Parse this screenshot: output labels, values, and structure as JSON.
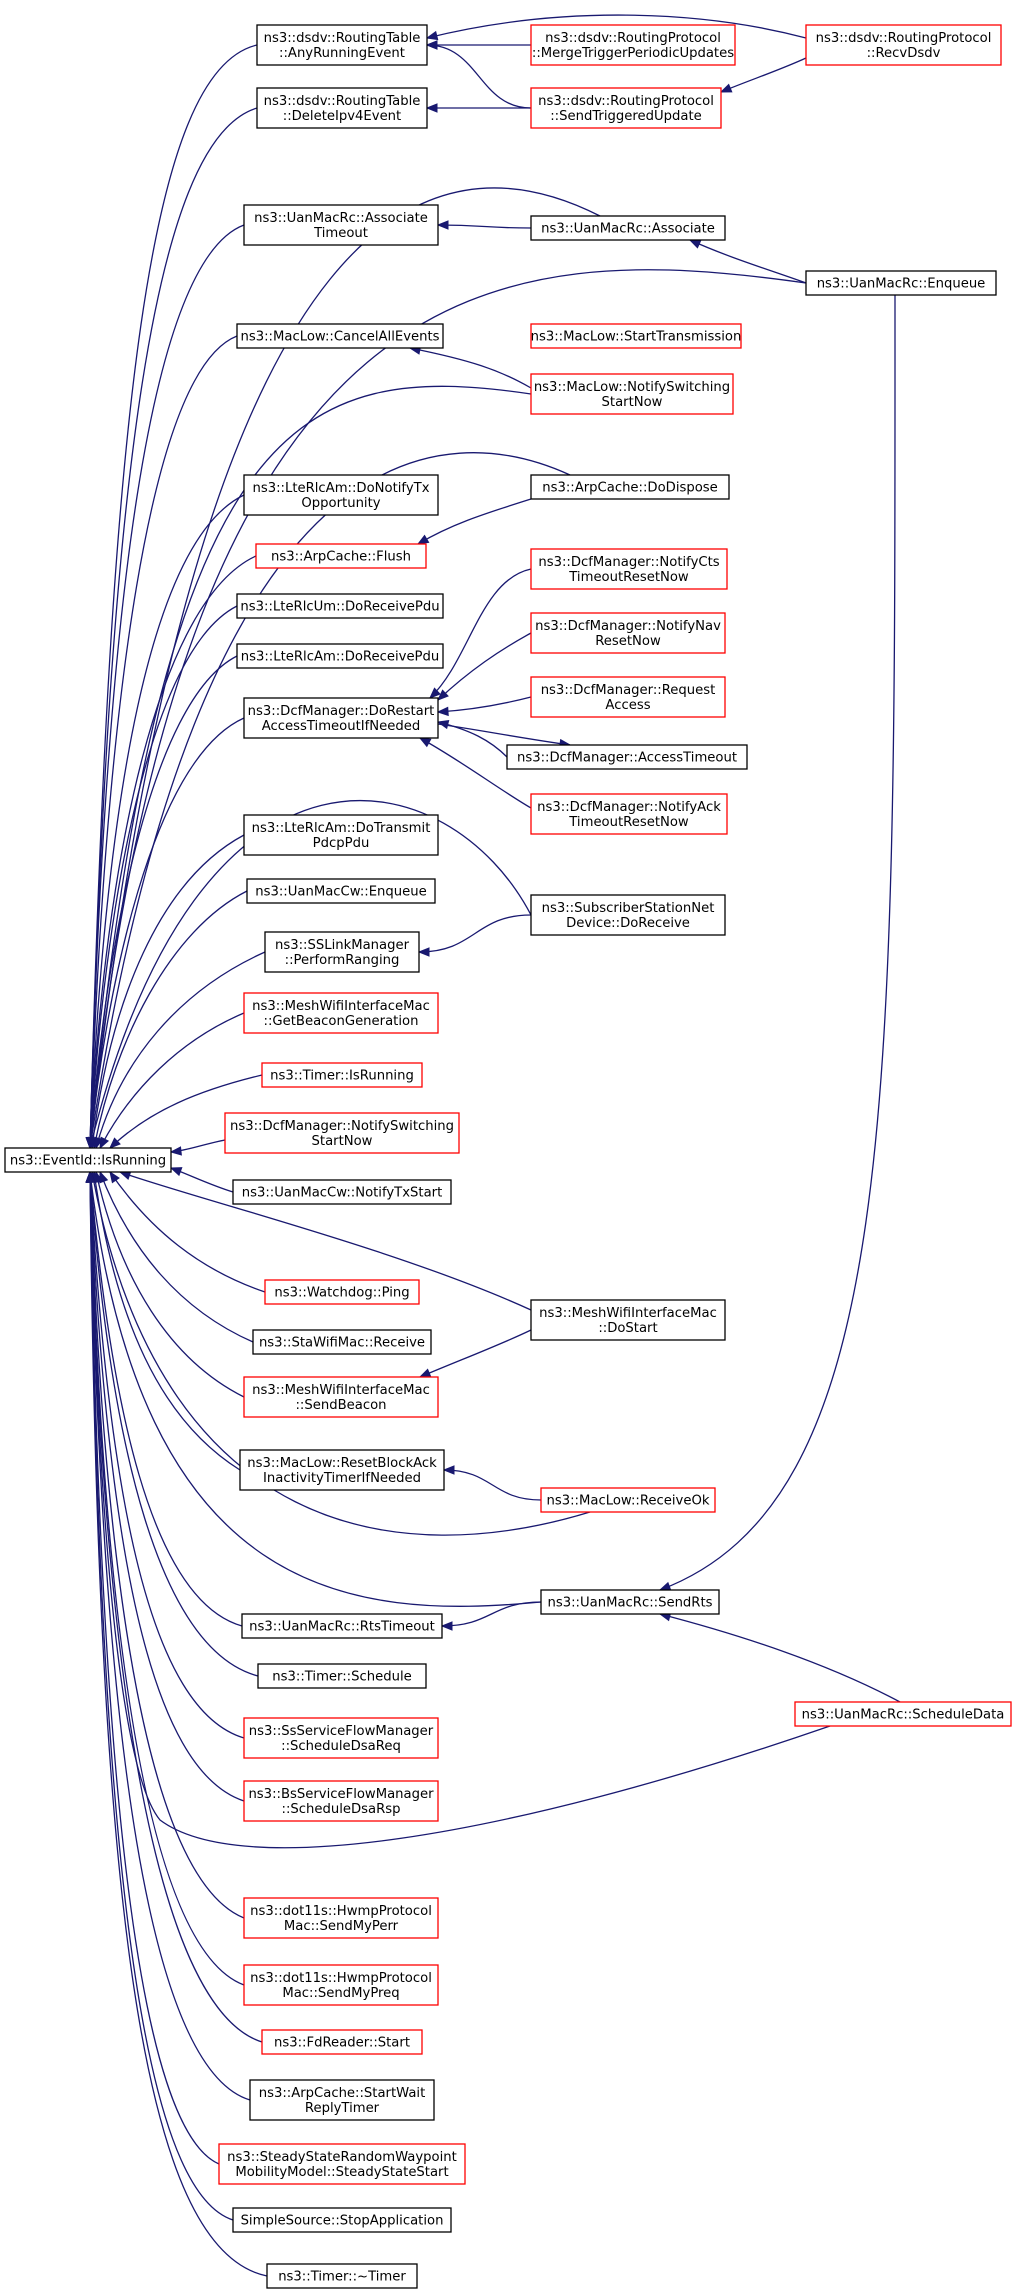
{
  "colors": {
    "edge": "#191970",
    "documented_border": "#000000",
    "truncated_border": "#ff0000",
    "focus_fill": "#bfbfbf",
    "text": "#000000"
  },
  "nodes": [
    {
      "id": "isrunning",
      "lines": [
        "ns3::EventId::IsRunning"
      ],
      "style": "focus"
    },
    {
      "id": "rt_anyrunning",
      "lines": [
        "ns3::dsdv::RoutingTable",
        "::AnyRunningEvent"
      ],
      "style": "black"
    },
    {
      "id": "rt_deleteipv4",
      "lines": [
        "ns3::dsdv::RoutingTable",
        "::DeleteIpv4Event"
      ],
      "style": "black"
    },
    {
      "id": "rp_merge",
      "lines": [
        "ns3::dsdv::RoutingProtocol",
        "::MergeTriggerPeriodicUpdates"
      ],
      "style": "red"
    },
    {
      "id": "rp_sendtriggered",
      "lines": [
        "ns3::dsdv::RoutingProtocol",
        "::SendTriggeredUpdate"
      ],
      "style": "red"
    },
    {
      "id": "rp_recvdsdv",
      "lines": [
        "ns3::dsdv::RoutingProtocol",
        "::RecvDsdv"
      ],
      "style": "red"
    },
    {
      "id": "uan_assoctimeout",
      "lines": [
        "ns3::UanMacRc::Associate",
        "Timeout"
      ],
      "style": "black"
    },
    {
      "id": "uan_associate",
      "lines": [
        "ns3::UanMacRc::Associate"
      ],
      "style": "black"
    },
    {
      "id": "uan_enqueue",
      "lines": [
        "ns3::UanMacRc::Enqueue"
      ],
      "style": "black"
    },
    {
      "id": "maclow_cancel",
      "lines": [
        "ns3::MacLow::CancelAllEvents"
      ],
      "style": "black"
    },
    {
      "id": "maclow_starttx",
      "lines": [
        "ns3::MacLow::StartTransmission"
      ],
      "style": "red"
    },
    {
      "id": "maclow_notifysw",
      "lines": [
        "ns3::MacLow::NotifySwitching",
        "StartNow"
      ],
      "style": "red"
    },
    {
      "id": "ltam_donotify",
      "lines": [
        "ns3::LteRlcAm::DoNotifyTx",
        "Opportunity"
      ],
      "style": "black"
    },
    {
      "id": "arp_dispose",
      "lines": [
        "ns3::ArpCache::DoDispose"
      ],
      "style": "black"
    },
    {
      "id": "arp_flush",
      "lines": [
        "ns3::ArpCache::Flush"
      ],
      "style": "red"
    },
    {
      "id": "ltum_receive",
      "lines": [
        "ns3::LteRlcUm::DoReceivePdu"
      ],
      "style": "black"
    },
    {
      "id": "ltam_receive",
      "lines": [
        "ns3::LteRlcAm::DoReceivePdu"
      ],
      "style": "black"
    },
    {
      "id": "dcf_notifycts",
      "lines": [
        "ns3::DcfManager::NotifyCts",
        "TimeoutResetNow"
      ],
      "style": "red"
    },
    {
      "id": "dcf_notifynav",
      "lines": [
        "ns3::DcfManager::NotifyNav",
        "ResetNow"
      ],
      "style": "red"
    },
    {
      "id": "dcf_request",
      "lines": [
        "ns3::DcfManager::Request",
        "Access"
      ],
      "style": "red"
    },
    {
      "id": "dcf_dorestart",
      "lines": [
        "ns3::DcfManager::DoRestart",
        "AccessTimeoutIfNeeded"
      ],
      "style": "black"
    },
    {
      "id": "dcf_accesstimeout",
      "lines": [
        "ns3::DcfManager::AccessTimeout"
      ],
      "style": "black"
    },
    {
      "id": "dcf_notifyack",
      "lines": [
        "ns3::DcfManager::NotifyAck",
        "TimeoutResetNow"
      ],
      "style": "red"
    },
    {
      "id": "ltam_dotransmit",
      "lines": [
        "ns3::LteRlcAm::DoTransmit",
        "PdcpPdu"
      ],
      "style": "black"
    },
    {
      "id": "uancw_enqueue",
      "lines": [
        "ns3::UanMacCw::Enqueue"
      ],
      "style": "black"
    },
    {
      "id": "sslink_ranging",
      "lines": [
        "ns3::SSLinkManager",
        "::PerformRanging"
      ],
      "style": "black"
    },
    {
      "id": "ssnet_receive",
      "lines": [
        "ns3::SubscriberStationNet",
        "Device::DoReceive"
      ],
      "style": "black"
    },
    {
      "id": "mesh_getbeacon",
      "lines": [
        "ns3::MeshWifiInterfaceMac",
        "::GetBeaconGeneration"
      ],
      "style": "red"
    },
    {
      "id": "timer_isrunning",
      "lines": [
        "ns3::Timer::IsRunning"
      ],
      "style": "red"
    },
    {
      "id": "dcf_notifysw",
      "lines": [
        "ns3::DcfManager::NotifySwitching",
        "StartNow"
      ],
      "style": "red"
    },
    {
      "id": "uancw_notifytx",
      "lines": [
        "ns3::UanMacCw::NotifyTxStart"
      ],
      "style": "black"
    },
    {
      "id": "watchdog_ping",
      "lines": [
        "ns3::Watchdog::Ping"
      ],
      "style": "red"
    },
    {
      "id": "sta_receive",
      "lines": [
        "ns3::StaWifiMac::Receive"
      ],
      "style": "black"
    },
    {
      "id": "mesh_dostart",
      "lines": [
        "ns3::MeshWifiInterfaceMac",
        "::DoStart"
      ],
      "style": "black"
    },
    {
      "id": "mesh_sendbeacon",
      "lines": [
        "ns3::MeshWifiInterfaceMac",
        "::SendBeacon"
      ],
      "style": "red"
    },
    {
      "id": "maclow_resetblock",
      "lines": [
        "ns3::MacLow::ResetBlockAck",
        "InactivityTimerIfNeeded"
      ],
      "style": "black"
    },
    {
      "id": "maclow_receiveok",
      "lines": [
        "ns3::MacLow::ReceiveOk"
      ],
      "style": "red"
    },
    {
      "id": "uan_sendrts",
      "lines": [
        "ns3::UanMacRc::SendRts"
      ],
      "style": "black"
    },
    {
      "id": "uan_rtstimeout",
      "lines": [
        "ns3::UanMacRc::RtsTimeout"
      ],
      "style": "black"
    },
    {
      "id": "timer_schedule",
      "lines": [
        "ns3::Timer::Schedule"
      ],
      "style": "black"
    },
    {
      "id": "uan_scheduledata",
      "lines": [
        "ns3::UanMacRc::ScheduleData"
      ],
      "style": "red"
    },
    {
      "id": "ss_dsareq",
      "lines": [
        "ns3::SsServiceFlowManager",
        "::ScheduleDsaReq"
      ],
      "style": "red"
    },
    {
      "id": "bs_dsarsp",
      "lines": [
        "ns3::BsServiceFlowManager",
        "::ScheduleDsaRsp"
      ],
      "style": "red"
    },
    {
      "id": "hwmp_perr",
      "lines": [
        "ns3::dot11s::HwmpProtocol",
        "Mac::SendMyPerr"
      ],
      "style": "red"
    },
    {
      "id": "hwmp_preq",
      "lines": [
        "ns3::dot11s::HwmpProtocol",
        "Mac::SendMyPreq"
      ],
      "style": "red"
    },
    {
      "id": "fd_start",
      "lines": [
        "ns3::FdReader::Start"
      ],
      "style": "red"
    },
    {
      "id": "arp_startwait",
      "lines": [
        "ns3::ArpCache::StartWait",
        "ReplyTimer"
      ],
      "style": "black"
    },
    {
      "id": "steady_start",
      "lines": [
        "ns3::SteadyStateRandomWaypoint",
        "MobilityModel::SteadyStateStart"
      ],
      "style": "red"
    },
    {
      "id": "simple_stop",
      "lines": [
        "SimpleSource::StopApplication"
      ],
      "style": "black"
    },
    {
      "id": "timer_dtor",
      "lines": [
        "ns3::Timer::~Timer"
      ],
      "style": "black"
    }
  ]
}
